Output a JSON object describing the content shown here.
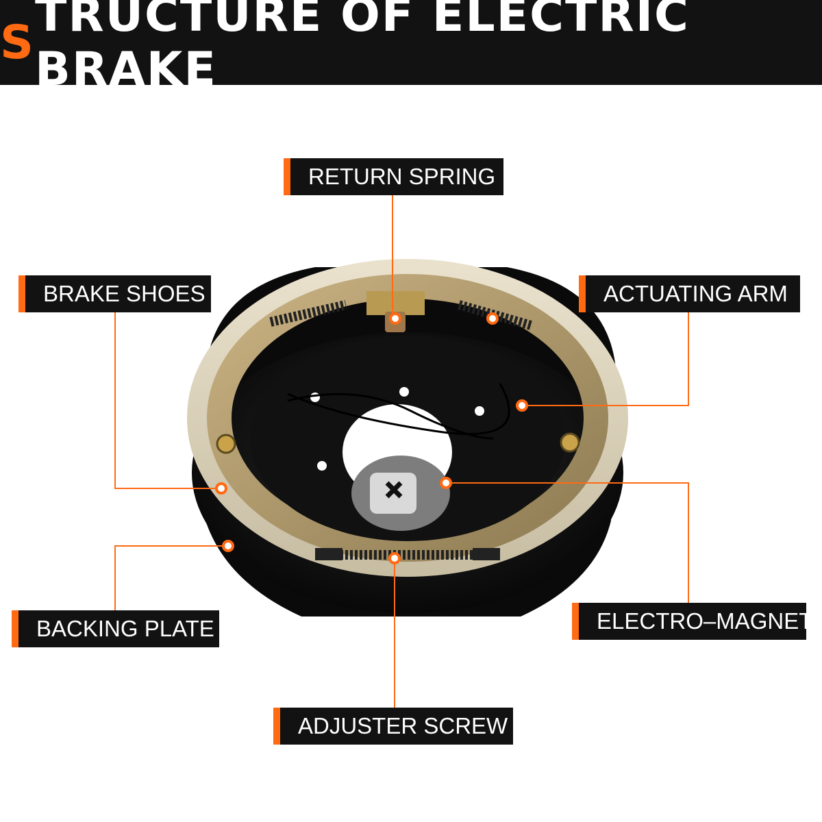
{
  "header": {
    "title_first_letter": "S",
    "title_rest": "TRUCTURE OF ELECTRIC BRAKE"
  },
  "labels": {
    "return_spring": "RETURN SPRING",
    "brake_shoes": "BRAKE SHOES",
    "actuating_arm": "ACTUATING ARM",
    "backing_plate": "BACKING PLATE",
    "electro_magnet": "ELECTRO–MAGNET",
    "adjuster_screw": "ADJUSTER SCREW"
  },
  "colors": {
    "accent": "#ff6a13",
    "label_bg": "#121212",
    "label_text": "#ffffff"
  }
}
